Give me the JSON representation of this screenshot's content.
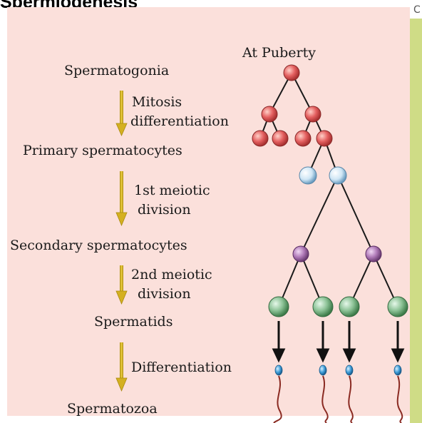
{
  "heading": "Spermiogenesis",
  "corner_glyph": "C",
  "labels": {
    "at_puberty": "At Puberty",
    "spermatogonia": "Spermatogonia",
    "mitosis_line1": "Mitosis",
    "mitosis_line2": "differentiation",
    "primary": "Primary spermatocytes",
    "meiosis1_line1": "1st meiotic",
    "meiosis1_line2": "division",
    "secondary": "Secondary spermatocytes",
    "meiosis2_line1": "2nd meiotic",
    "meiosis2_line2": "division",
    "spermatids": "Spermatids",
    "differentiation": "Differentiation",
    "spermatozoa": "Spermatozoa"
  },
  "colors": {
    "panel_bg": "#fbe0db",
    "right_bar": "#cfdc86",
    "spermatogonia_cell": "#e46060",
    "primary_spermatocyte_cell": "#cfe6f5",
    "secondary_spermatocyte_cell": "#b07ab8",
    "spermatid_cell": "#8cc296",
    "sperm_head": "#3a9ad6",
    "sperm_tail": "#8a2a22",
    "arrow": "#d4b020"
  }
}
